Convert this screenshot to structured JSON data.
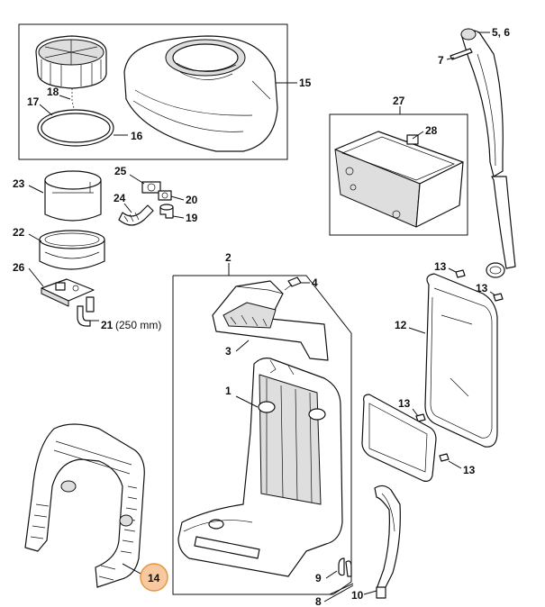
{
  "callouts": {
    "c1": "1",
    "c2": "2",
    "c3": "3",
    "c4": "4",
    "c56": "5, 6",
    "c7": "7",
    "c8": "8",
    "c9": "9",
    "c10": "10",
    "c12": "12",
    "c13a": "13",
    "c13b": "13",
    "c13c": "13",
    "c13d": "13",
    "c14": "14",
    "c15": "15",
    "c16": "16",
    "c17": "17",
    "c18": "18",
    "c19": "19",
    "c20": "20",
    "c21": "21",
    "c21_note": "(250 mm)",
    "c22": "22",
    "c23": "23",
    "c24": "24",
    "c25": "25",
    "c26": "26",
    "c27": "27",
    "c28": "28"
  },
  "highlight": {
    "callout_fill": "#f7c9a0",
    "callout_stroke": "#e8963e"
  }
}
